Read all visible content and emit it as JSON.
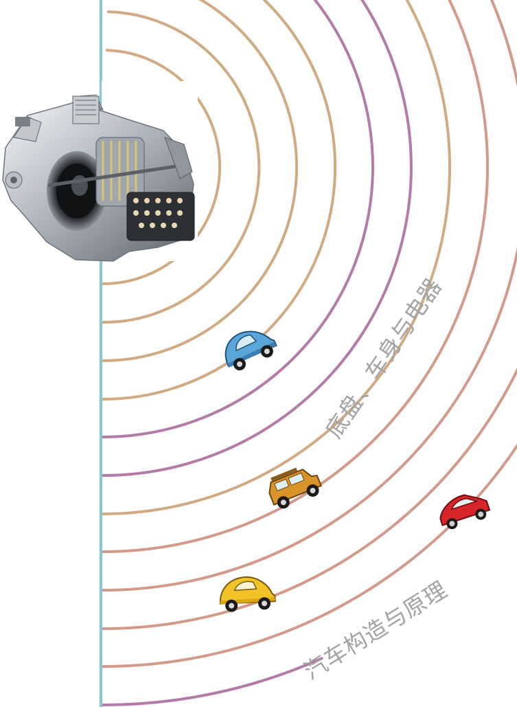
{
  "cover": {
    "subtitle": "底盘、车身与电器",
    "title": "汽车构造与原理"
  },
  "illustrations": {
    "engine": "transmission-cutaway-illustration",
    "cars": [
      "blue-beetle-car-icon",
      "orange-suv-car-icon",
      "red-hatchback-car-icon",
      "yellow-beetle-car-icon"
    ]
  },
  "colors": {
    "spine_line": "#7fcbdc",
    "arc_tan": "#d2aa82",
    "arc_purple": "#b47aa8",
    "arc_rose": "#d39a8a",
    "text_gray": "#a3a3a3"
  }
}
